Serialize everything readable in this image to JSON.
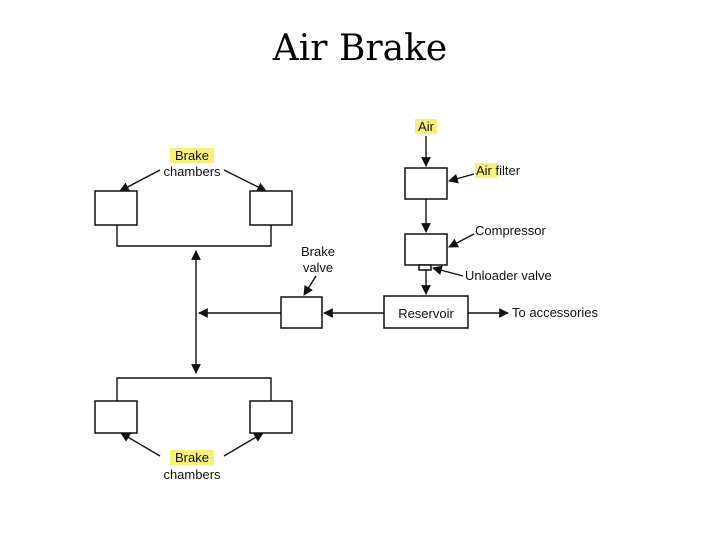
{
  "title": "Air Brake",
  "labels": {
    "brake_chambers_top_word1": "Brake",
    "brake_chambers_top_word2": "chambers",
    "brake_chambers_bottom_word1": "Brake",
    "brake_chambers_bottom_word2": "chambers",
    "brake_valve_word1": "Brake",
    "brake_valve_word2": "valve",
    "air": "Air",
    "air_filter_prefix": "Air",
    "air_filter_suffix": " filter",
    "compressor": "Compressor",
    "unloader_valve": "Unloader valve",
    "reservoir": "Reservoir",
    "to_accessories": "To accessories"
  },
  "colors": {
    "highlight": "#f7f07a",
    "line": "#111111"
  }
}
